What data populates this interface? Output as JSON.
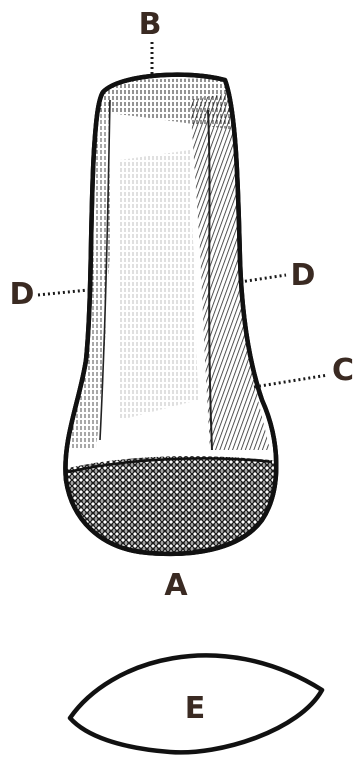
{
  "labels": {
    "B": "B",
    "D_left": "D",
    "D_right": "D",
    "C": "C",
    "A": "A",
    "E": "E"
  }
}
